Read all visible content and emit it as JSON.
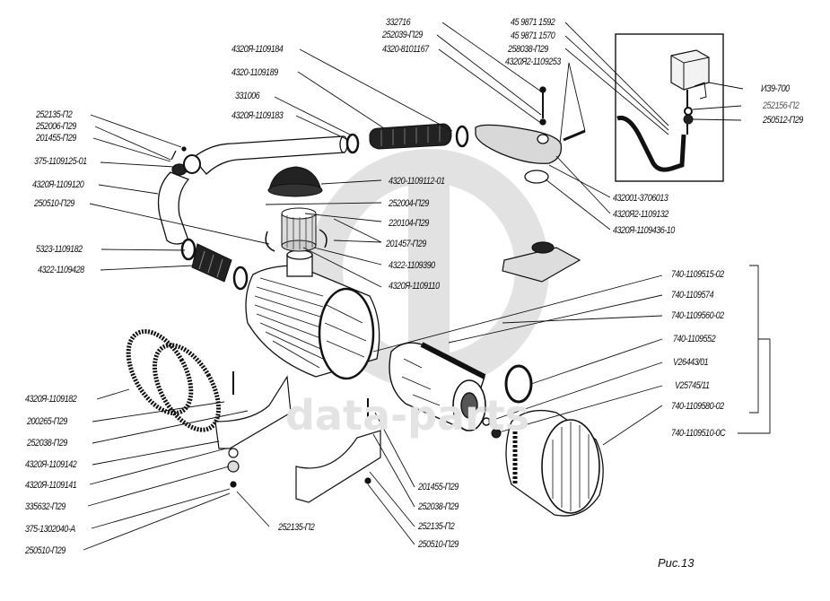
{
  "figure": {
    "caption": "Рис.13",
    "watermark_text": "data-parts",
    "colors": {
      "ink": "#111111",
      "watermark": "#e0e0e0",
      "background": "#ffffff"
    }
  },
  "callouts": {
    "top_center": [
      "332716",
      "252039-П29",
      "4320-8101167",
      "4320Я-1109184",
      "4320-1109189",
      "331006",
      "4320Я-1109183"
    ],
    "top_right": [
      "45 9871 1592",
      "45 9871 1570",
      "258038-П29",
      "4320Я2-1109253"
    ],
    "inset": [
      "ИЗ9-700",
      "252156-П2",
      "250512-П29"
    ],
    "intake_right": [
      "432001-3706013",
      "4320Я2-1109132",
      "4320Я-1109436-10"
    ],
    "left_upper": [
      "252135-П2",
      "252006-П29",
      "201455-П29",
      "375-1109125-01",
      "4320Я-1109120",
      "250510-П29",
      "5323-1109182",
      "4322-1109428"
    ],
    "center": [
      "4320-1109112-01",
      "252004-П29",
      "220104-П29",
      "201457-П29",
      "4322-1109390",
      "4320Я-1109110"
    ],
    "filter_right": [
      "740-1109515-02",
      "740-1109574",
      "740-1109560-02",
      "740-1109552",
      "V26443/01",
      "V25745/11",
      "740-1109580-02",
      "740-1109510-0С"
    ],
    "left_lower": [
      "4320Я-1109182",
      "200265-П29",
      "252038-П29",
      "4320Я-1109142",
      "4320Я-1109141",
      "335632-П29",
      "375-1302040-А",
      "250510-П29"
    ],
    "bottom_center": [
      "252135-П2",
      "201455-П29",
      "252038-П29",
      "252135-П2",
      "250510-П29"
    ]
  }
}
